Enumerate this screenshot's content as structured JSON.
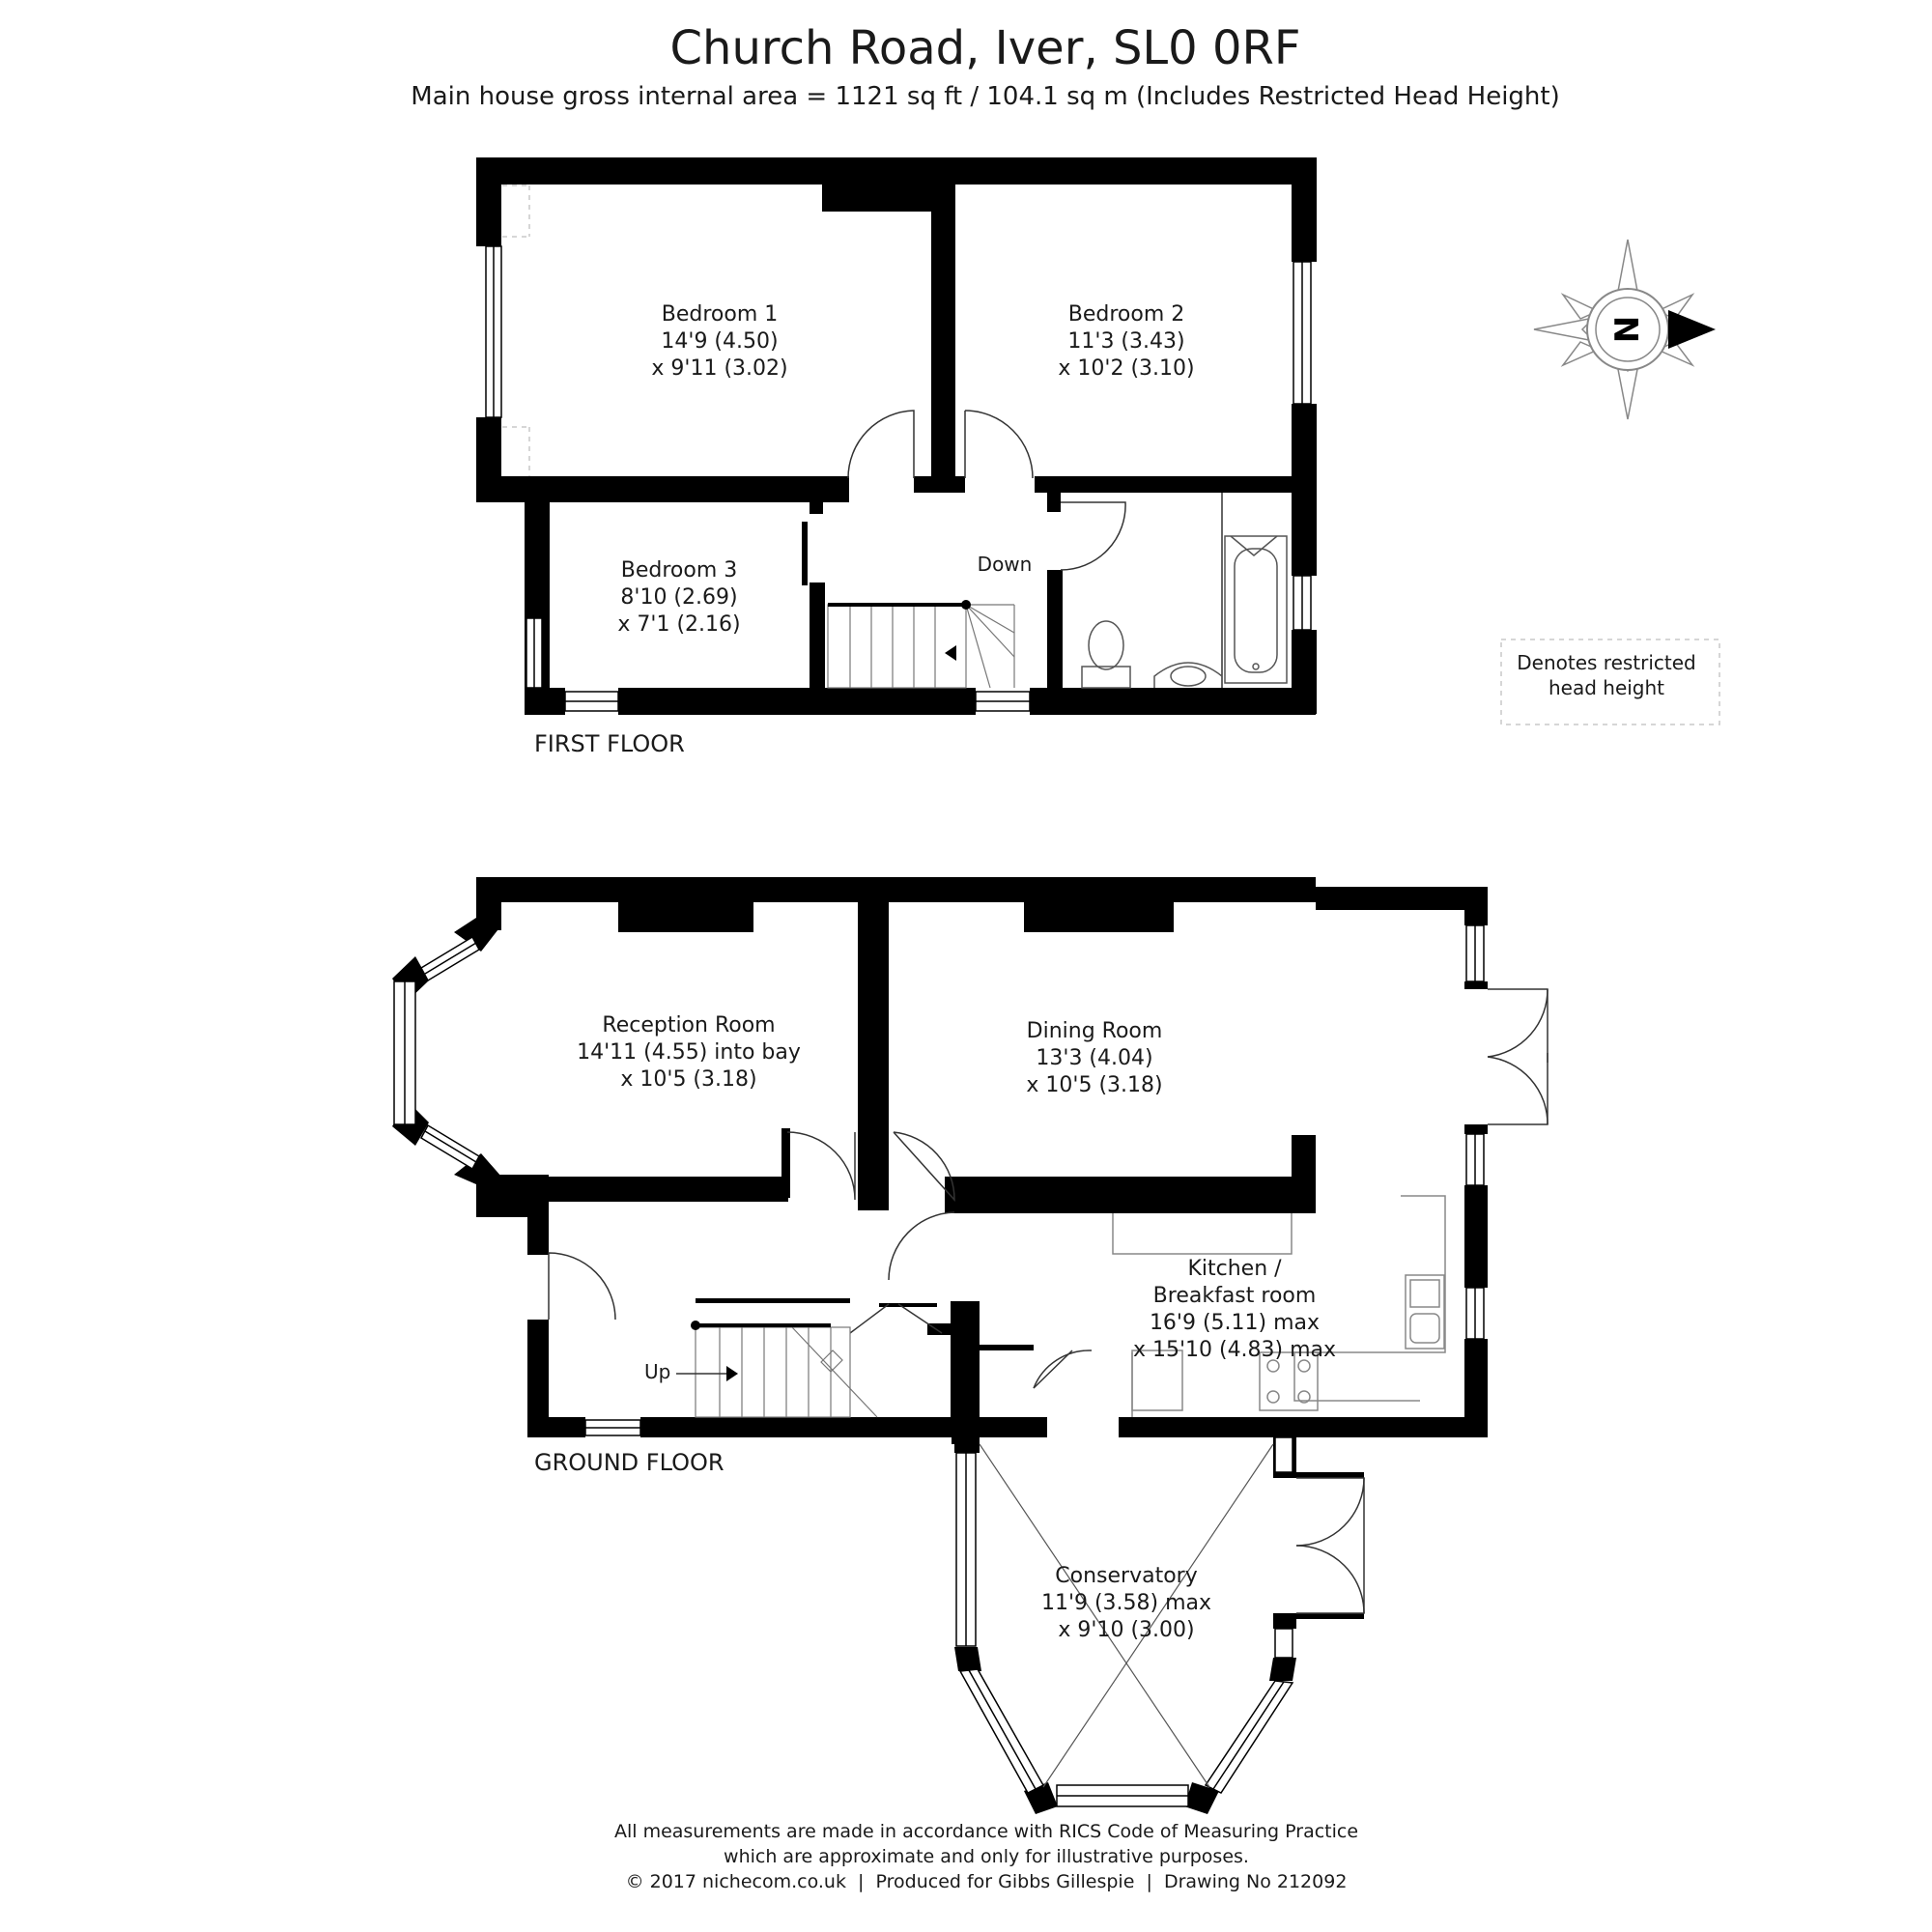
{
  "title": "Church Road, Iver, SL0 0RF",
  "subtitle": "Main house gross internal area = 1121 sq ft / 104.1 sq m (Includes Restricted Head Height)",
  "compass": {
    "letter": "N"
  },
  "legend": {
    "line1": "Denotes restricted",
    "line2": "head height"
  },
  "first_floor": {
    "label": "FIRST FLOOR",
    "stairs_label": "Down",
    "rooms": {
      "bedroom1": {
        "name": "Bedroom 1",
        "dim1": "14'9 (4.50)",
        "dim2": "x 9'11 (3.02)"
      },
      "bedroom2": {
        "name": "Bedroom 2",
        "dim1": "11'3 (3.43)",
        "dim2": "x 10'2 (3.10)"
      },
      "bedroom3": {
        "name": "Bedroom 3",
        "dim1": "8'10 (2.69)",
        "dim2": "x 7'1 (2.16)"
      }
    }
  },
  "ground_floor": {
    "label": "GROUND FLOOR",
    "stairs_label": "Up",
    "rooms": {
      "reception": {
        "name": "Reception Room",
        "dim1": "14'11 (4.55) into bay",
        "dim2": "x 10'5 (3.18)"
      },
      "dining": {
        "name": "Dining Room",
        "dim1": "13'3 (4.04)",
        "dim2": "x 10'5 (3.18)"
      },
      "kitchen": {
        "name": "Kitchen /",
        "name2": "Breakfast room",
        "dim1": "16'9 (5.11) max",
        "dim2": "x 15'10 (4.83) max"
      },
      "conservatory": {
        "name": "Conservatory",
        "dim1": "11'9 (3.58) max",
        "dim2": "x 9'10 (3.00)"
      }
    }
  },
  "footer": {
    "line1": "All measurements are made in accordance with RICS Code of Measuring Practice",
    "line2": "which are approximate and only for illustrative purposes.",
    "line3": "© 2017 nichecom.co.uk  |  Produced for Gibbs Gillespie  |  Drawing No 212092"
  }
}
